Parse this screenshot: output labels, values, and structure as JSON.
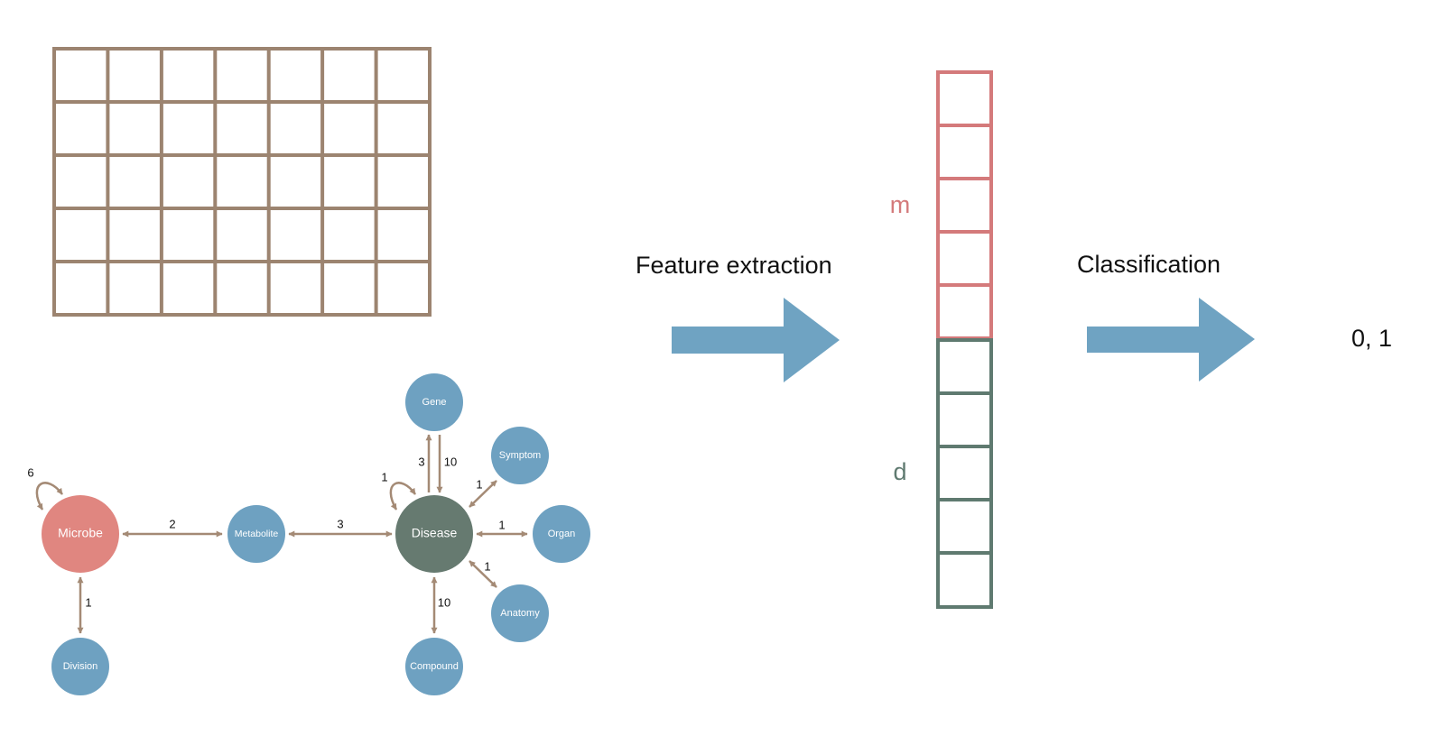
{
  "colors": {
    "grid": "#9c8470",
    "microbe": "#e08680",
    "disease": "#667a70",
    "entity": "#6ea1c1",
    "edge": "#a48a75",
    "arrow": "#6fa3c2",
    "vector_m": "#d47a7b",
    "vector_d": "#5f7a70"
  },
  "flow": {
    "feature_label": "Feature extraction",
    "classification_label": "Classification",
    "output_label": "0, 1"
  },
  "vector": {
    "m_label": "m",
    "d_label": "d"
  },
  "graph": {
    "nodes": {
      "microbe": "Microbe",
      "metabolite": "Metabolite",
      "disease": "Disease",
      "division": "Division",
      "gene": "Gene",
      "symptom": "Symptom",
      "organ": "Organ",
      "anatomy": "Anatomy",
      "compound": "Compound"
    },
    "edges": {
      "microbe_self": "6",
      "microbe_metabolite": "2",
      "metabolite_disease": "3",
      "microbe_division": "1",
      "disease_self": "1",
      "disease_to_gene": "3",
      "gene_to_disease": "10",
      "disease_symptom": "1",
      "disease_organ": "1",
      "disease_anatomy": "1",
      "disease_compound": "10"
    }
  }
}
